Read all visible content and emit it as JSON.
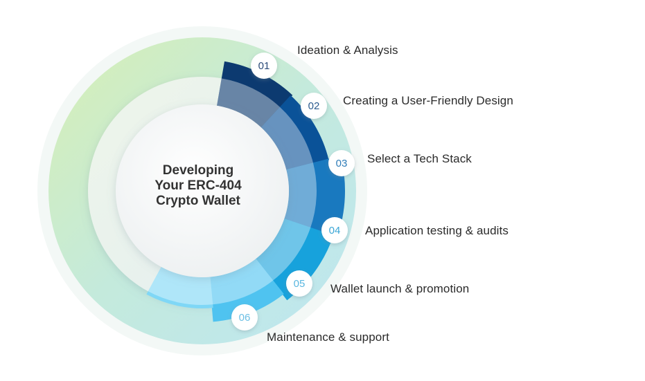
{
  "center": {
    "lines": [
      "Developing",
      "Your ERC-404",
      "Crypto Wallet"
    ]
  },
  "steps": [
    {
      "number": "01",
      "label": "Ideation & Analysis",
      "color": "#0c3a70",
      "num_color": "#2a4a78"
    },
    {
      "number": "02",
      "label": "Creating a User-Friendly Design",
      "color": "#0a5298",
      "num_color": "#2a5a8e"
    },
    {
      "number": "03",
      "label": "Select a Tech Stack",
      "color": "#1979bf",
      "num_color": "#2e7cb8"
    },
    {
      "number": "04",
      "label": "Application testing & audits",
      "color": "#17a2dc",
      "num_color": "#3aa6d6"
    },
    {
      "number": "05",
      "label": "Wallet launch & promotion",
      "color": "#4fc3f0",
      "num_color": "#5ab7e0"
    },
    {
      "number": "06",
      "label": "Maintenance & support",
      "color": "#7fd7f6",
      "num_color": "#6bbfe4"
    }
  ]
}
